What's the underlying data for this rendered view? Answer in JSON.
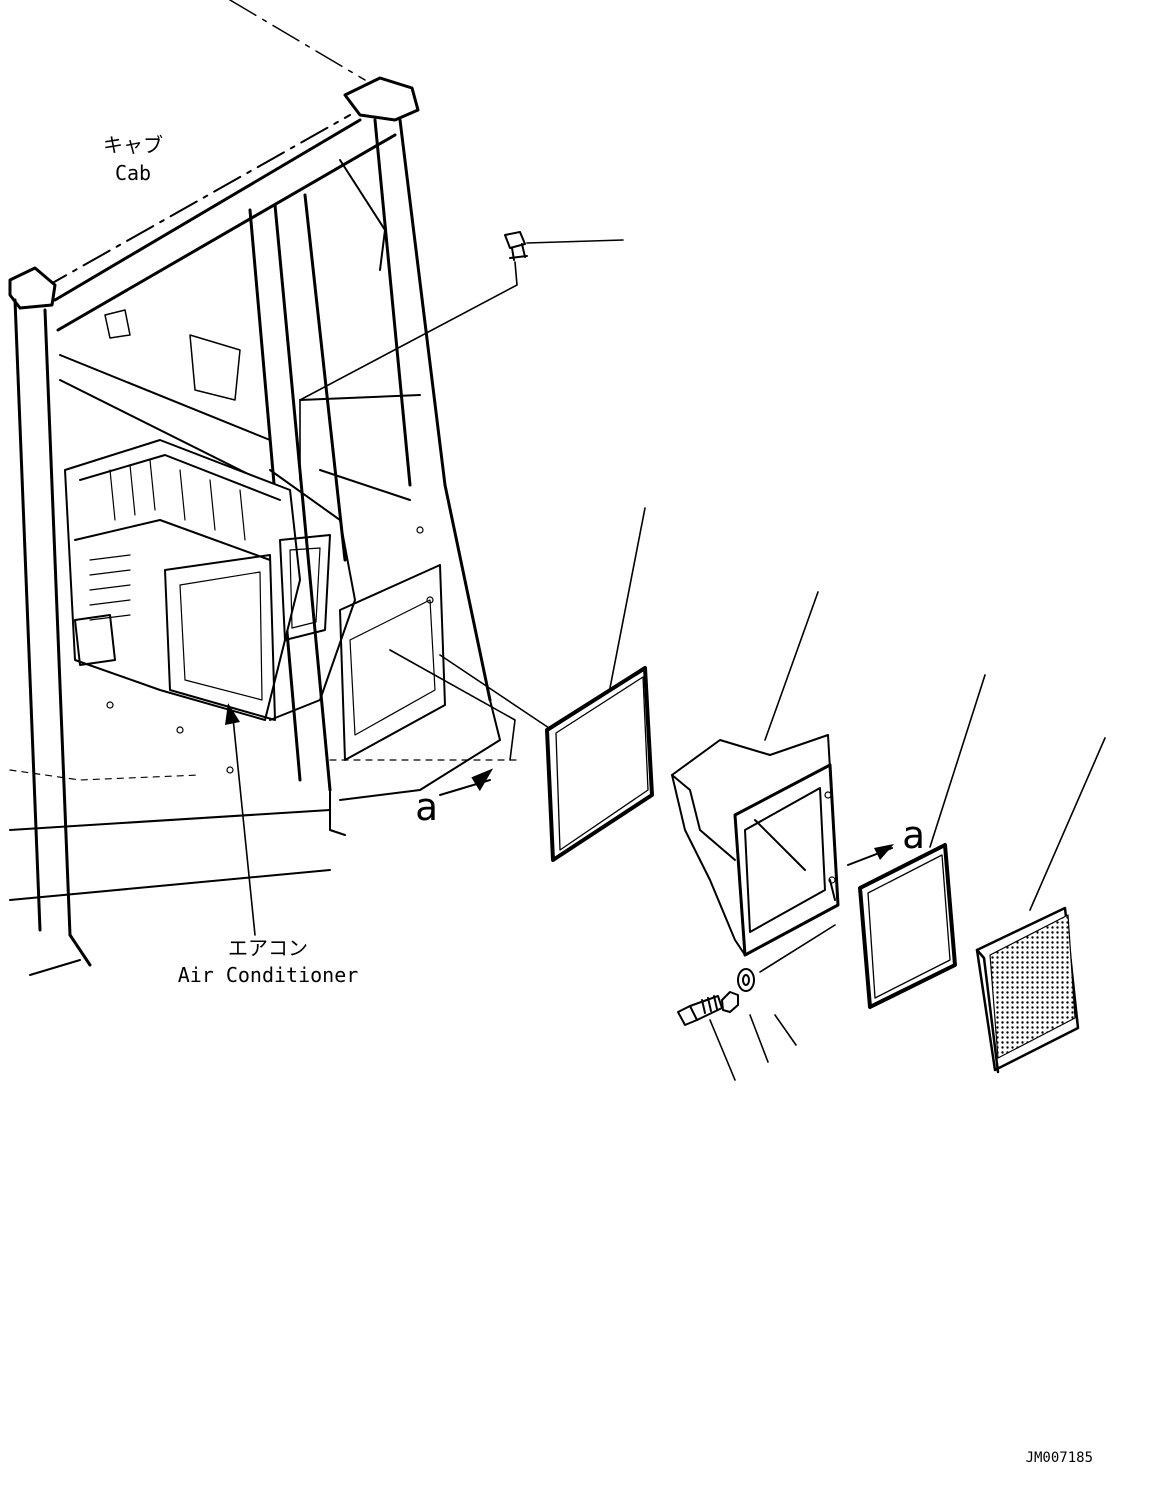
{
  "labels": {
    "cab_jp": "キャブ",
    "cab_en": "Cab",
    "aircon_jp": "エアコン",
    "aircon_en": "Air Conditioner",
    "view_a_left": "a",
    "view_a_right": "a",
    "drawing_id": "JM007185"
  }
}
